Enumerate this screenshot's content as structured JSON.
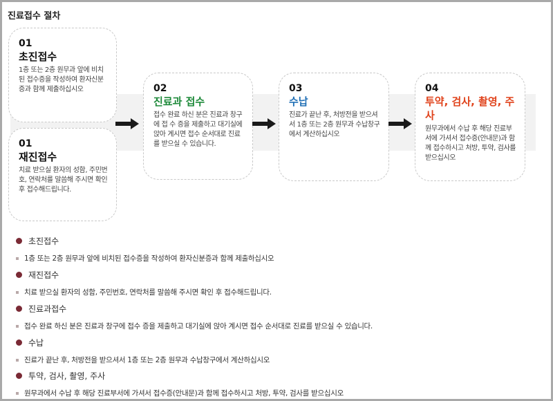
{
  "title": "진료접수 절차",
  "steps": [
    {
      "num": "01",
      "head": "초진접수",
      "desc": "1층 또는 2층 원무과 앞에 비치된 접수증을 작성하여 환자신분증과 함께 제출하십시오",
      "color": "#111111"
    },
    {
      "num": "01",
      "head": "재진접수",
      "desc": "치료 받으실 환자의 성함, 주민번호, 연락처를 말씀해 주시면 확인 후 접수해드립니다.",
      "color": "#111111"
    },
    {
      "num": "02",
      "head": "진료과 접수",
      "desc": "접수 완료 하신 분은 진료과 창구에 접 수 증을 제출하고 대기실에 앉아 계시면 접수 순서대로 진료를 받으실 수 있습니다.",
      "color": "#1e8a3a"
    },
    {
      "num": "03",
      "head": "수납",
      "desc": "진료가 끝난 후, 처방전을 받으셔서 1층 또는 2층 원무과 수납창구에서 계산하십시오",
      "color": "#1f6fb5"
    },
    {
      "num": "04",
      "head": "투약, 검사, 촬영, 주사",
      "desc": "원무과에서 수납 후 해당 진료부서에 가셔서 접수증(안내문)과 함께 접수하시고 처방, 투약, 검사를 받으십시오",
      "color": "#e0431c"
    }
  ],
  "sections": [
    {
      "head": "초진접수",
      "desc": "1층 또는 2층 원무과 앞에 비치된 접수증을 작성하여 환자신분증과 함께 제출하십시오"
    },
    {
      "head": "재진접수",
      "desc": "치료 받으실 환자의 성함, 주민번호, 연락처를 말씀해 주시면 확인 후 접수해드립니다."
    },
    {
      "head": "진료과접수",
      "desc": "접수 완료 하신 분은 진료과 창구에 접수 증을 제출하고 대기실에 앉아 계시면 접수 순서대로 진료를 받으실 수 있습니다."
    },
    {
      "head": "수납",
      "desc": "진료가 끝난 후, 처방전을 받으셔서 1층 또는 2층 원무과 수납창구에서 계산하십시오"
    },
    {
      "head": "투약, 검사, 촬영, 주사",
      "desc": "원무과에서 수납 후 해당 진료부서에 가셔서 접수증(안내문)과 함께 접수하시고 처방, 투약, 검사를 받으십시오"
    }
  ]
}
